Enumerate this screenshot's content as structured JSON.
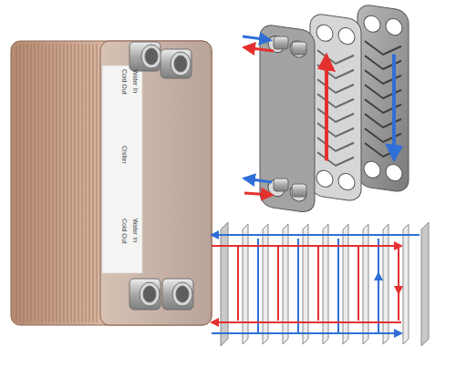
{
  "diagram": {
    "labels": [
      "Water In",
      "Cold Out",
      "Chiller",
      "Cold Out",
      "Water In"
    ]
  }
}
